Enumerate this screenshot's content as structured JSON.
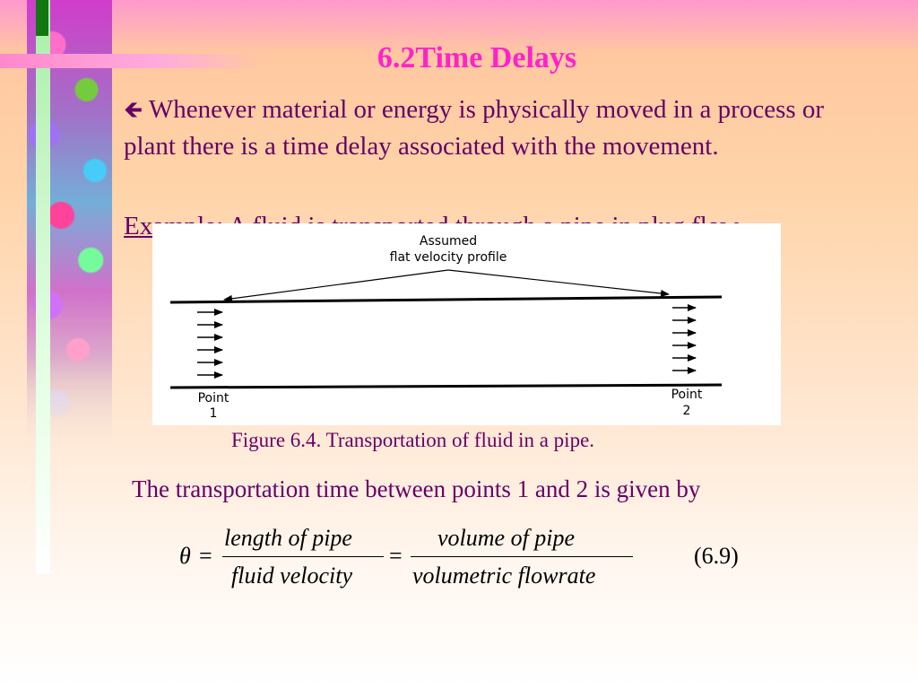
{
  "slide": {
    "title": "6.2Time Delays",
    "bullet_text": " Whenever material or energy is physically moved in a process or plant there is a time delay associated with the movement.",
    "example_label": "Ex",
    "example_hidden": "ample: A fluid is transported through a pipe in plug",
    "example_tail": " flow.",
    "caption": "Figure 6.4. Transportation of fluid in a pipe.",
    "statement": "The transportation time between points 1 and 2 is given by"
  },
  "figure": {
    "annotation_line1": "Assumed",
    "annotation_line2": "flat velocity profile",
    "point1_label": "Point",
    "point1_number": "1",
    "point2_label": "Point",
    "point2_number": "2"
  },
  "equation": {
    "symbol": "θ",
    "eq1": "=",
    "num1": "length of  pipe",
    "den1": "fluid velocity",
    "eq2": "=",
    "num2": "volume of  pipe",
    "den2": "volumetric  flowrate",
    "number": "(6.9)"
  },
  "colors": {
    "title": "#ff22cc",
    "text": "#660066"
  }
}
